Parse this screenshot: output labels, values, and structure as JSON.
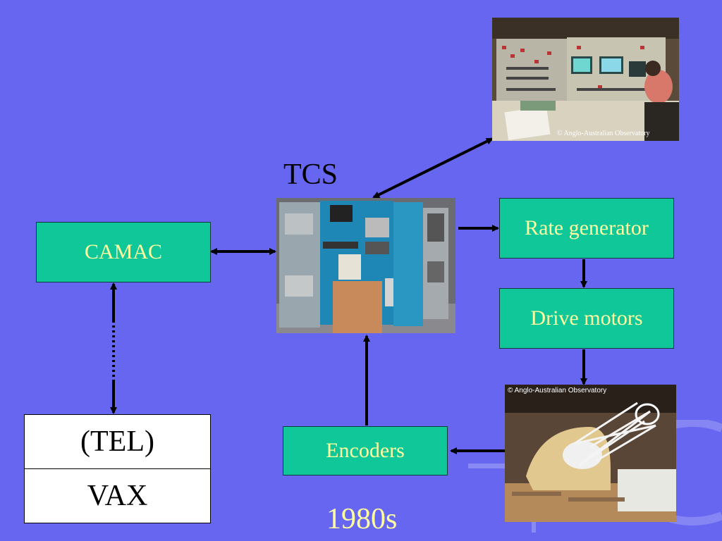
{
  "diagram": {
    "top_label": "TCS",
    "bottom_label": "1980s",
    "boxes": {
      "camac": "CAMAC",
      "rate_generator": "Rate generator",
      "drive_motors": "Drive motors",
      "encoders": "Encoders"
    },
    "stack": {
      "top": "(TEL)",
      "bottom": "VAX"
    },
    "photos": {
      "control_room_credit": "© Anglo-Australian Observatory",
      "telescope_credit": "© Anglo-Australian Observatory"
    }
  },
  "colors": {
    "background": "#6666f0",
    "box_fill": "#10c79a",
    "box_text": "#ffffa0",
    "arrow": "#000000"
  }
}
